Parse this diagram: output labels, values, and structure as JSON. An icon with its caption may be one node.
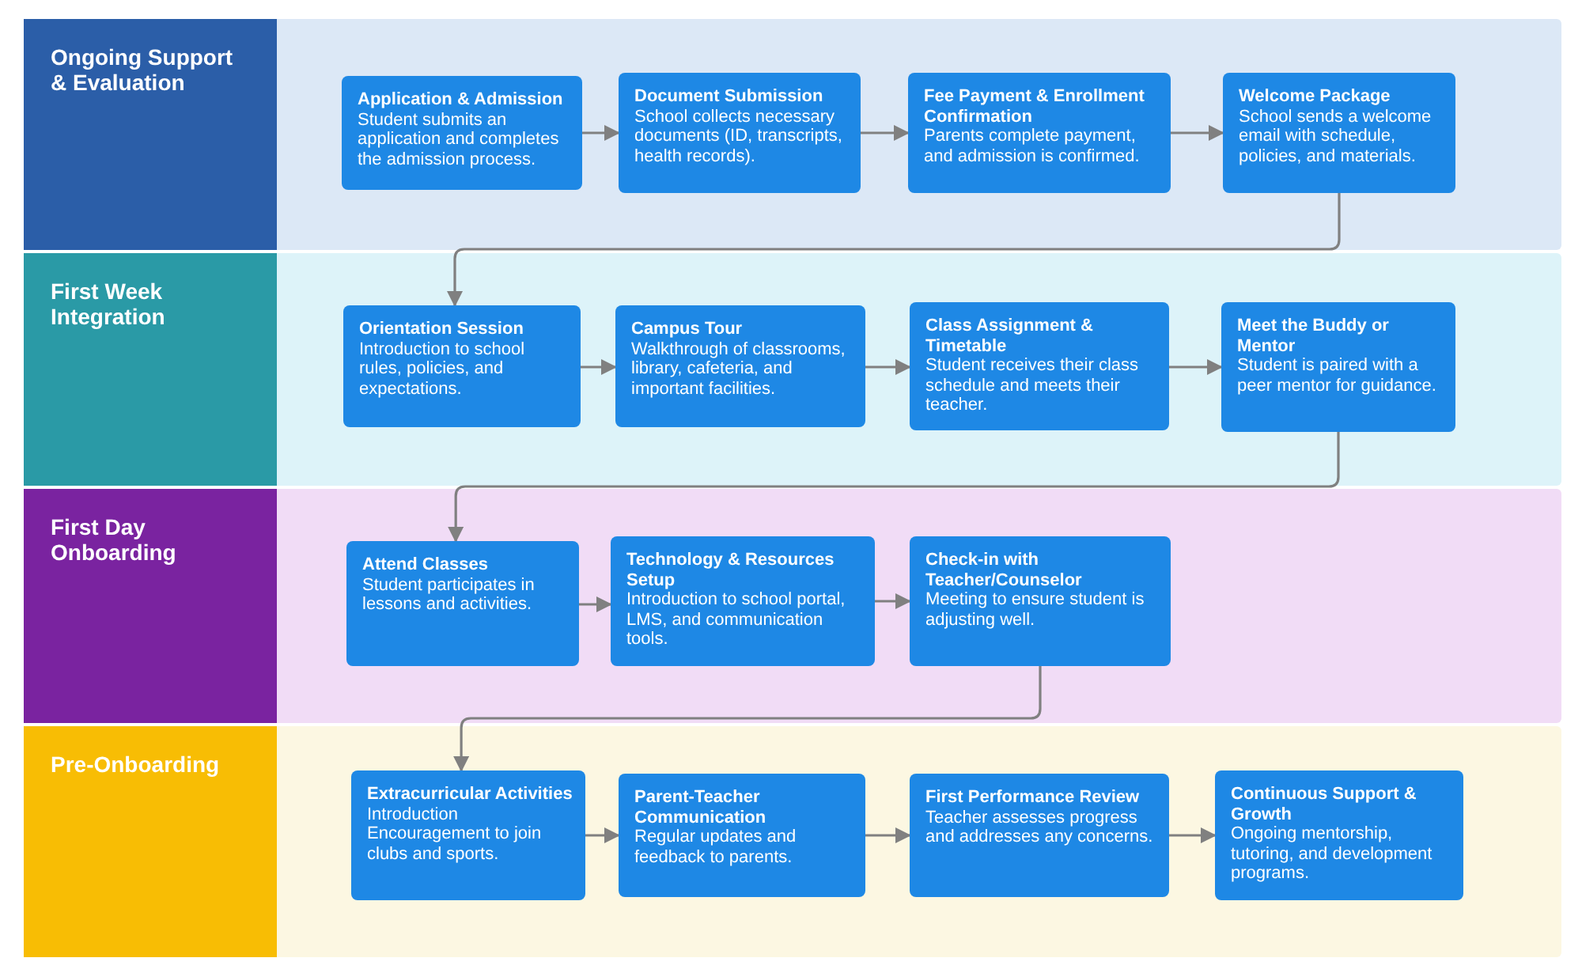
{
  "diagram": {
    "nodes": [
      {
        "text": [
          "Ongoing Support & Evaluation"
        ]
      },
      {
        "text": [
          "Application & Admission",
          "Student submits an application and completes the admission process."
        ],
        "in": 0
      },
      {
        "text": [
          "Document Submission",
          "School collects necessary documents (ID, transcripts, health records)."
        ],
        "in": 0
      },
      {
        "text": [
          "Fee Payment & Enrollment Confirmation",
          "Parents complete payment, and admission is confirmed."
        ],
        "in": 0
      },
      {
        "text": [
          "Welcome Package",
          "School sends a welcome email with schedule, policies, and materials."
        ],
        "in": 0
      },
      {
        "text": [
          "First Week Integration"
        ]
      },
      {
        "text": [
          "Orientation Session",
          "Introduction to school rules, policies, and expectations."
        ],
        "in": 5
      },
      {
        "text": [
          "Campus Tour",
          "Walkthrough of classrooms, library, cafeteria, and important facilities."
        ],
        "in": 5
      },
      {
        "text": [
          "Class Assignment & Timetable",
          "Student receives their class schedule and meets their teacher."
        ],
        "in": 5
      },
      {
        "text": [
          "Meet the Buddy or Mentor",
          "Student is paired with a peer mentor for guidance."
        ],
        "in": 5
      },
      {
        "text": [
          "First Day Onboarding"
        ]
      },
      {
        "text": [
          "Attend Classes",
          "Student participates in lessons and activities."
        ],
        "in": 10
      },
      {
        "text": [
          "Technology & Resources Setup",
          "Introduction to school portal, LMS, and communication tools."
        ],
        "in": 10
      },
      {
        "text": [
          "Check-in with Teacher/Counselor",
          "Meeting to ensure student is adjusting well."
        ],
        "in": 10
      },
      {
        "text": [
          "Pre-Onboarding"
        ]
      },
      {
        "text": [
          "Extracurricular Activities",
          "Introduction Encouragement to join clubs and sports."
        ],
        "in": 14
      },
      {
        "text": [
          "Parent-Teacher Communication",
          "Regular updates and feedback to parents."
        ],
        "in": 14
      },
      {
        "text": [
          "First Performance Review",
          "Teacher assesses progress and addresses any concerns."
        ],
        "in": 14
      },
      {
        "text": [
          "Continuous Support & Growth",
          "Ongoing mentorship, tutoring, and development programs."
        ],
        "in": 14
      }
    ],
    "edges": [
      {
        "from": 1,
        "to": 2,
        "arrow": "to"
      },
      {
        "from": 2,
        "to": 3,
        "arrow": "to"
      },
      {
        "from": 3,
        "to": 4,
        "arrow": "to"
      },
      {
        "from": 4,
        "to": 6,
        "arrow": "to"
      },
      {
        "from": 6,
        "to": 7,
        "arrow": "to"
      },
      {
        "from": 7,
        "to": 8,
        "arrow": "to"
      },
      {
        "from": 8,
        "to": 9,
        "arrow": "to"
      },
      {
        "from": 9,
        "to": 11,
        "arrow": "to"
      },
      {
        "from": 11,
        "to": 12,
        "arrow": "to"
      },
      {
        "from": 12,
        "to": 13,
        "arrow": "to"
      },
      {
        "from": 13,
        "to": 15,
        "arrow": "to"
      },
      {
        "from": 15,
        "to": 16,
        "arrow": "to"
      },
      {
        "from": 16,
        "to": 17,
        "arrow": "to"
      },
      {
        "from": 17,
        "to": 18,
        "arrow": "to"
      }
    ]
  }
}
